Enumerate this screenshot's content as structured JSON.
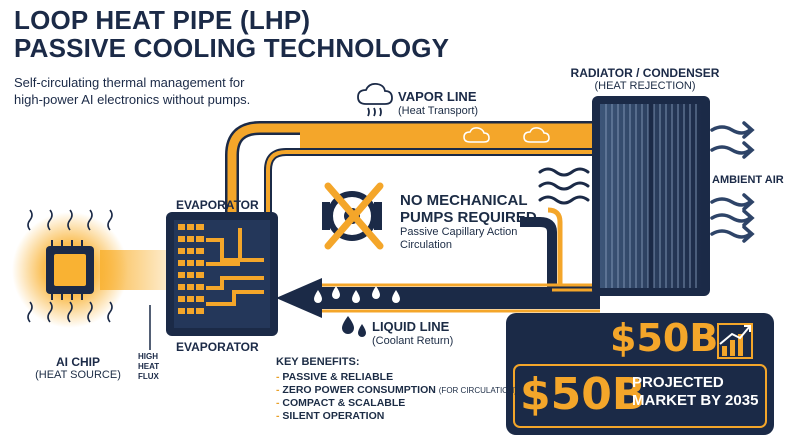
{
  "header": {
    "title_line1": "LOOP HEAT PIPE (LHP)",
    "title_line2": "PASSIVE COOLING TECHNOLOGY",
    "subtitle_line1": "Self-circulating thermal management for",
    "subtitle_line2": "high-power AI electronics without pumps."
  },
  "chip": {
    "label": "AI CHIP",
    "sublabel": "(HEAT SOURCE)"
  },
  "flux": {
    "line1": "HIGH",
    "line2": "HEAT",
    "line3": "FLUX"
  },
  "evaporator": {
    "label_top": "EVAPORATOR",
    "label_bottom": "EVAPORATOR"
  },
  "vapor_line": {
    "label": "VAPOR LINE",
    "sublabel": "(Heat Transport)"
  },
  "radiator": {
    "label": "RADIATOR / CONDENSER",
    "sublabel": "(HEAT REJECTION)"
  },
  "ambient": {
    "label": "AMBIENT AIR"
  },
  "pumps": {
    "heading_line1": "NO MECHANICAL",
    "heading_line2": "PUMPS REQUIRED",
    "sub_line1": "Passive Capillary Action",
    "sub_line2": "Circulation"
  },
  "liquid_line": {
    "label": "LIQUID LINE",
    "sublabel": "(Coolant Return)"
  },
  "benefits": {
    "heading": "KEY BENEFITS:",
    "items": [
      {
        "text": "PASSIVE & RELIABLE",
        "note": ""
      },
      {
        "text": "ZERO POWER CONSUMPTION",
        "note": "(FOR CIRCULATION)"
      },
      {
        "text": "COMPACT & SCALABLE",
        "note": ""
      },
      {
        "text": "SILENT OPERATION",
        "note": ""
      }
    ]
  },
  "market": {
    "value_top": "$50B",
    "value_bottom": "$50B",
    "caption_line1": "PROJECTED",
    "caption_line2": "MARKET BY 2035"
  },
  "colors": {
    "navy": "#1b2a47",
    "orange": "#f4a62a",
    "chip_glow": "#f9b233",
    "background": "#ffffff"
  }
}
